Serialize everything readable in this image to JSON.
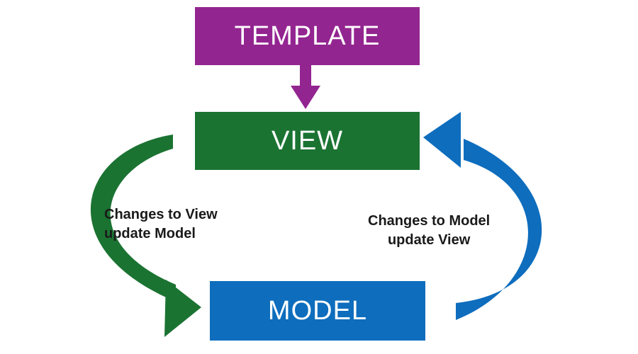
{
  "nodes": {
    "template": {
      "label": "TEMPLATE",
      "color": "#932590"
    },
    "view": {
      "label": "VIEW",
      "color": "#1b7332"
    },
    "model": {
      "label": "MODEL",
      "color": "#0e6dbd"
    }
  },
  "arrows": {
    "template_to_view": {
      "color": "#932590"
    },
    "view_to_model": {
      "color": "#1b7332"
    },
    "model_to_view": {
      "color": "#0e6dbd"
    }
  },
  "labels": {
    "view_updates_model": {
      "line1": "Changes to View",
      "line2": "update Model"
    },
    "model_updates_view": {
      "line1": "Changes to Model",
      "line2": "update View"
    }
  }
}
